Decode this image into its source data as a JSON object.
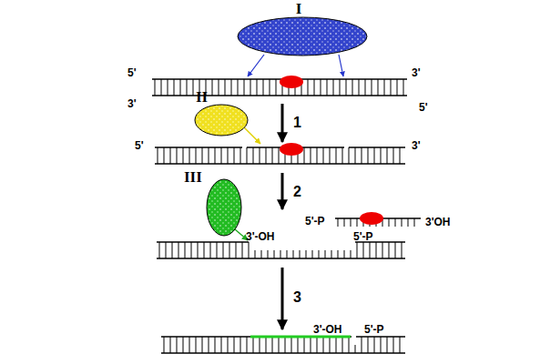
{
  "diagram": {
    "nodes": [
      {
        "text": [
          "I"
        ]
      },
      {
        "text": [
          "II"
        ]
      },
      {
        "text": [
          "III"
        ]
      }
    ],
    "labels": [
      "5'",
      "3'",
      "3'",
      "5'",
      "1",
      "5'",
      "3'",
      "2",
      "5'-P",
      "3'OH",
      "3'-OH",
      "5'-P",
      "3",
      "3'-OH",
      "5'-P"
    ]
  }
}
